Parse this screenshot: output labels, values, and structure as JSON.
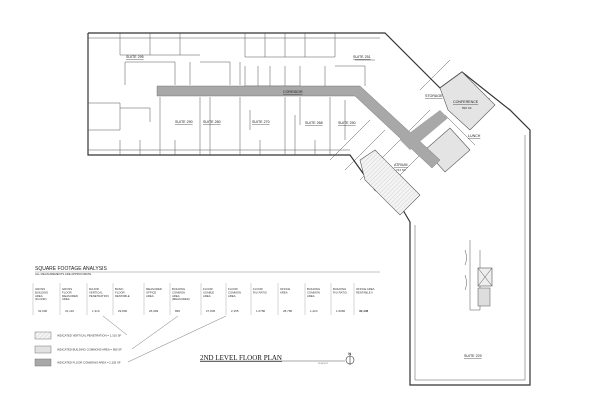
{
  "plan": {
    "title": "2ND LEVEL FLOOR PLAN",
    "date": "10.30.2017",
    "north_label": "N",
    "rooms": {
      "suite_295": "SUITE 295",
      "suite_251": "SUITE 251",
      "corridor": "CORRIDOR",
      "suite_290": "SUITE 290",
      "suite_280": "SUITE 280",
      "suite_270": "SUITE 270",
      "suite_268": "SUITE 268",
      "suite_250": "SUITE 250",
      "storage": "STORAGE",
      "conference": "CONFERENCE",
      "conference_area": "890 SF",
      "lunch": "LUNCH",
      "atrium": "ATRIUM",
      "atrium_area": "744 SF",
      "suite_229": "SUITE 229"
    }
  },
  "analysis": {
    "title": "SQUARE FOOTAGE ANALYSIS",
    "subtitle": "ALL MEASUREMENTS ARE APPROXIMATE",
    "columns": [
      {
        "h": [
          "GROSS",
          "BUILDING",
          "AREA",
          "(FLOOR)"
        ],
        "v": "32,000"
      },
      {
        "h": [
          "GROSS",
          "FLOOR",
          "MEASURED",
          "AREA"
        ],
        "v": "31,110"
      },
      {
        "h": [
          "MAJOR",
          "VERTICAL",
          "PENETRATION"
        ],
        "v": "1,310"
      },
      {
        "h": [
          "BASIC",
          "FLOOR",
          "RENTABLE"
        ],
        "v": "29,800"
      },
      {
        "h": [
          "MEASURED",
          "OFFICE",
          "AREA"
        ],
        "v": "26,999"
      },
      {
        "h": [
          "BUILDING",
          "COMMON",
          "AREA",
          "(MEASURED)"
        ],
        "v": "890"
      },
      {
        "h": [
          "FLOOR",
          "USABLE",
          "AREA"
        ],
        "v": "27,845"
      },
      {
        "h": [
          "FLOOR",
          "COMMON",
          "AREA"
        ],
        "v": "2,155"
      },
      {
        "h": [
          "FLOOR",
          "R/U RATIO"
        ],
        "v": "1.0780"
      },
      {
        "h": [
          "OFFICE",
          "AREA"
        ],
        "v": "28,786"
      },
      {
        "h": [
          "BUILDING",
          "COMMON",
          "AREA"
        ],
        "v": "1,224"
      },
      {
        "h": [
          "BUILDING",
          "R/U RATIO"
        ],
        "v": "1.0960"
      },
      {
        "h": [
          "OFFICE AREA",
          "RENTABLE II"
        ],
        "v": "30,448"
      }
    ]
  },
  "legend": [
    {
      "label": "INDICATED VERTICAL PENETRATION = 1,310 SF",
      "color": "#f0f0f0"
    },
    {
      "label": "INDICATED BUILDING COMMONS AREA = 890 SF",
      "color": "#e2e2e2"
    },
    {
      "label": "INDICATED FLOOR COMMONS AREA = 2,155 SF",
      "color": "#a8a8a8"
    }
  ]
}
